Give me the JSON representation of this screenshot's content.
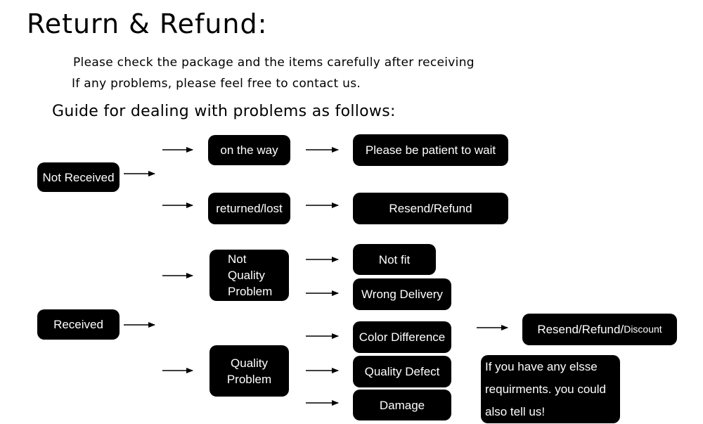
{
  "title": "Return & Refund:",
  "intro": {
    "line1": "Please check the package and the items carefully after receiving",
    "line2": "If any problems, please feel free to contact us."
  },
  "guide": "Guide for dealing with problems as follows:",
  "nodes": {
    "not_received": "Not Received",
    "on_the_way": "on the way",
    "patient": "Please be patient to wait",
    "returned_lost": "returned/lost",
    "resend_refund": "Resend/Refund",
    "received": "Received",
    "not_quality": "Not\nQuality\nProblem",
    "quality": "Quality\nProblem",
    "not_fit": "Not fit",
    "wrong_delivery": "Wrong Delivery",
    "color_difference": "Color Difference",
    "quality_defect": "Quality Defect",
    "damage": "Damage",
    "resend_refund_main": "Resend/Refund/",
    "discount": "Discount",
    "note": "If you have any elsse requirments. you could also tell us!"
  },
  "colors": {
    "box_fill": "#000000",
    "box_text": "#ffffff",
    "arrow": "#000000"
  }
}
